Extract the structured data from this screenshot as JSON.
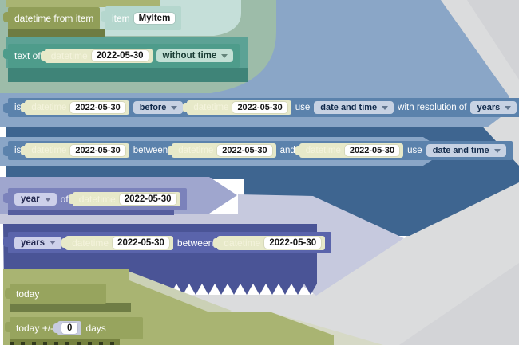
{
  "palette": {
    "olive_block": "#919E58",
    "teal_block": "#4E9C8B",
    "blue_block": "#5B82AC",
    "periwinkle_block": "#7B82BB",
    "violet_block": "#5A64AB",
    "khaki_shadow_block": "#E7E9C9",
    "field_bg": "#FFFFFF",
    "navy_panel": "#4A5496",
    "sage_card": "#9DBCA9",
    "blue_card": "#8AA6C7",
    "gray_shadow": "#DBDCDD"
  },
  "blocks": {
    "datetime_from_item": {
      "label": "datetime from item"
    },
    "item": {
      "label": "item",
      "value": "MyItem"
    },
    "text_of": {
      "label": "text of",
      "dt_label": "datetime",
      "dt_value": "2022-05-30",
      "format": "without time"
    },
    "is_compare": {
      "is": "is",
      "dt1_label": "datetime",
      "dt1_value": "2022-05-30",
      "op": "before",
      "dt2_label": "datetime",
      "dt2_value": "2022-05-30",
      "use": "use",
      "precision": "date and time",
      "with_resolution_of": "with resolution of",
      "resolution": "years"
    },
    "is_between": {
      "is": "is",
      "dt1_label": "datetime",
      "dt1_value": "2022-05-30",
      "between": "between",
      "dt2_label": "datetime",
      "dt2_value": "2022-05-30",
      "and": "and",
      "dt3_label": "datetime",
      "dt3_value": "2022-05-30",
      "use": "use",
      "precision": "date and time"
    },
    "year_of": {
      "part": "year",
      "of": "of",
      "dt_label": "datetime",
      "dt_value": "2022-05-30"
    },
    "years_between": {
      "unit": "years",
      "dt1_label": "datetime",
      "dt1_value": "2022-05-30",
      "between": "between",
      "dt2_label": "datetime",
      "dt2_value": "2022-05-30"
    },
    "today": {
      "label": "today"
    },
    "today_offset": {
      "prefix": "today +/-",
      "value": "0",
      "suffix": "days"
    }
  }
}
